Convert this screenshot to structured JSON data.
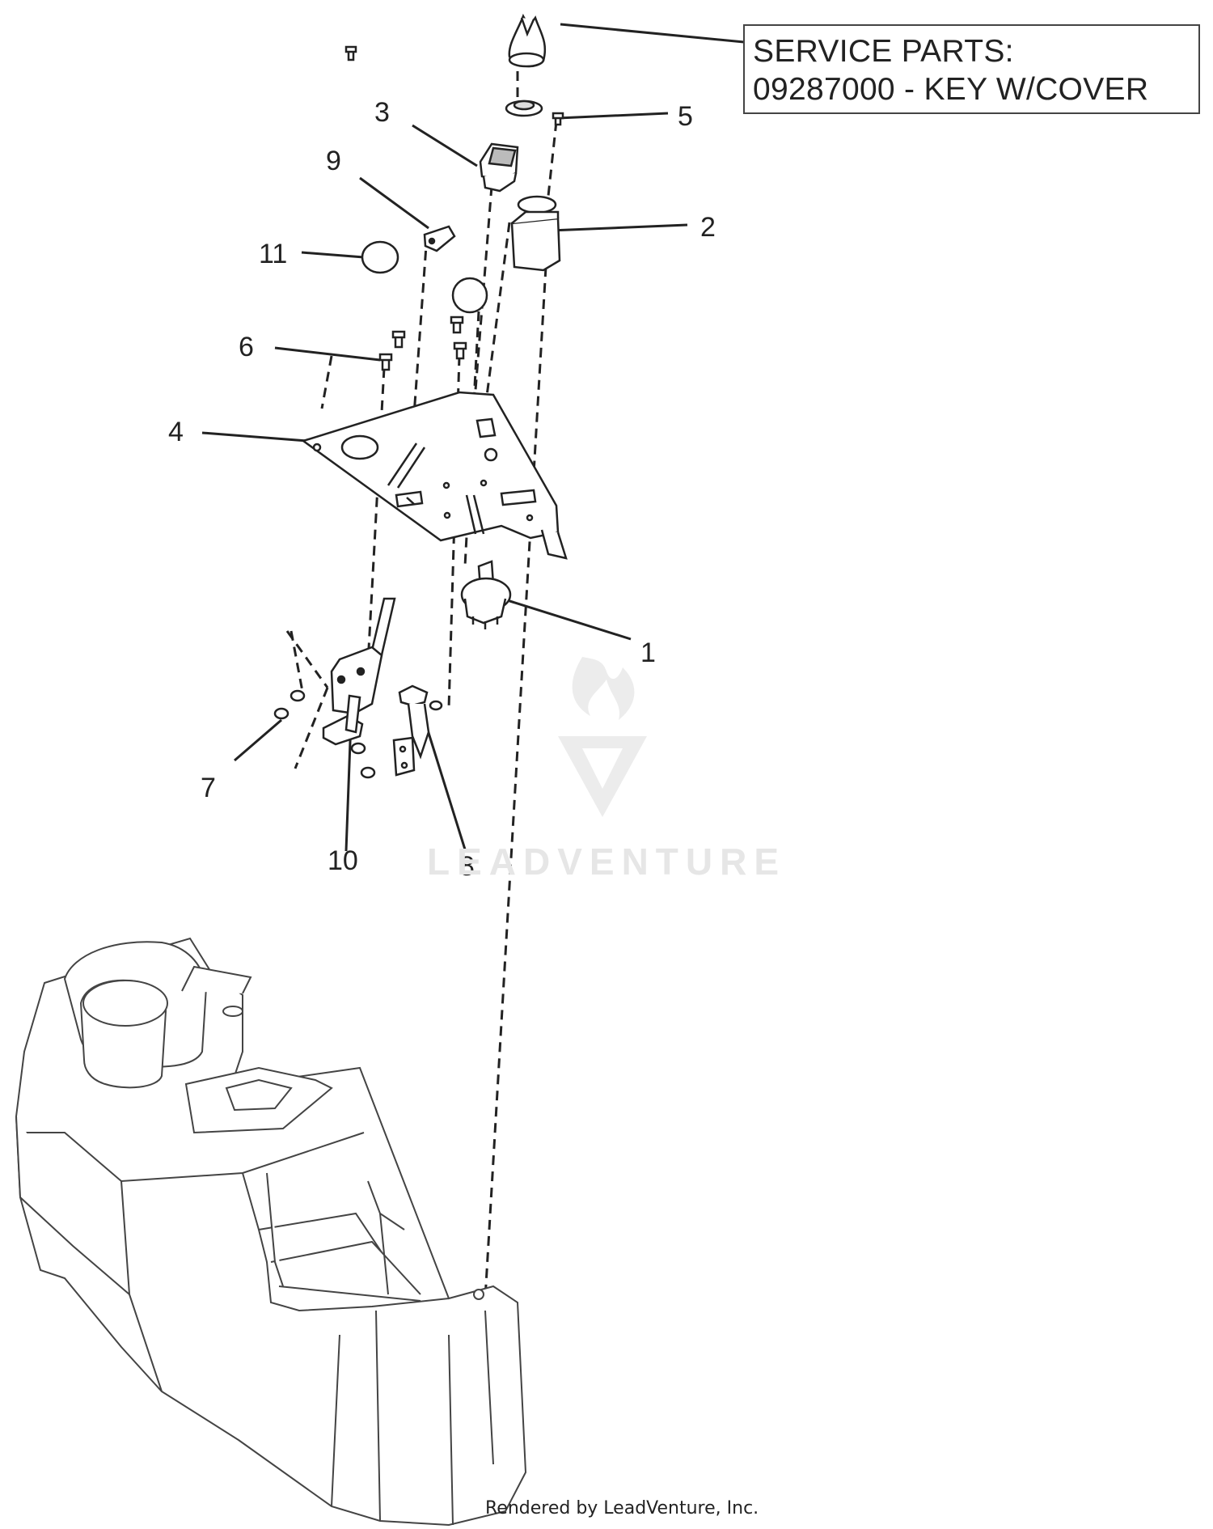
{
  "service_parts": {
    "line1": "SERVICE PARTS:",
    "line2": "09287000 - KEY W/COVER"
  },
  "callouts": [
    {
      "id": "1",
      "label": "1"
    },
    {
      "id": "2",
      "label": "2"
    },
    {
      "id": "3",
      "label": "3"
    },
    {
      "id": "4",
      "label": "4"
    },
    {
      "id": "5",
      "label": "5"
    },
    {
      "id": "6",
      "label": "6"
    },
    {
      "id": "7",
      "label": "7"
    },
    {
      "id": "8",
      "label": "8"
    },
    {
      "id": "9",
      "label": "9"
    },
    {
      "id": "10",
      "label": "10"
    },
    {
      "id": "11",
      "label": "11"
    }
  ],
  "watermark": "LEADVENTURE",
  "footer": "Rendered by LeadVenture, Inc."
}
